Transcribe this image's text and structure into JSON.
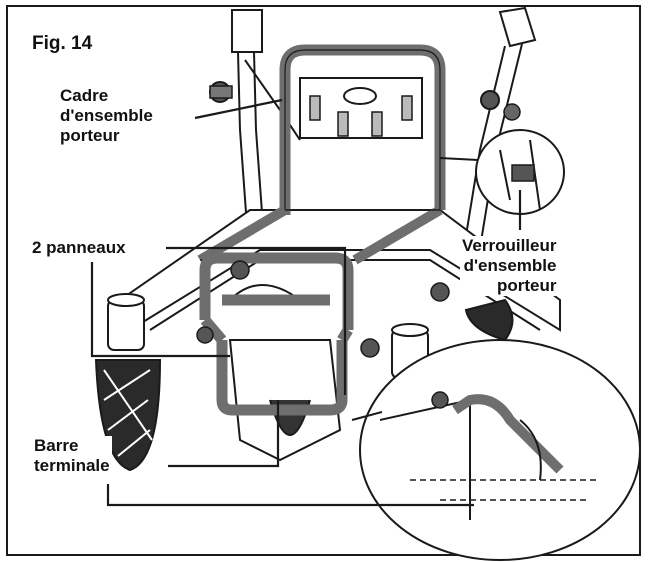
{
  "figure": {
    "number": "Fig. 14",
    "colors": {
      "frame": "#6e6e6e",
      "ink": "#1a1a1a",
      "tread": "#2a2a2a"
    }
  },
  "labels": {
    "carrier_frame": [
      "Cadre",
      "d'ensemble",
      "porteur"
    ],
    "panels": "2 panneaux",
    "carrier_lock": [
      "Verrouilleur",
      "d'ensemble",
      "porteur"
    ],
    "end_bar": [
      "Barre",
      "terminale"
    ]
  }
}
